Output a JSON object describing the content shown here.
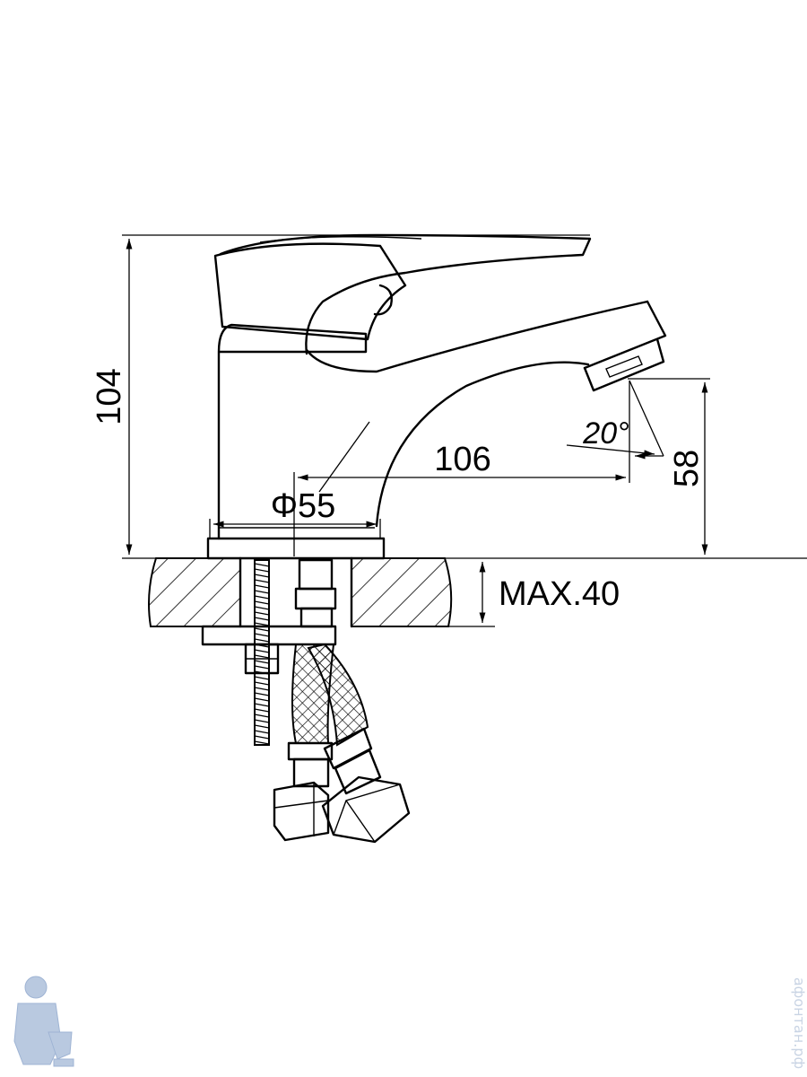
{
  "dimensions": {
    "height_total": "104",
    "spout_reach": "106",
    "base_diameter": "Φ55",
    "outlet_height": "58",
    "spray_angle": "20°",
    "max_mount_thickness": "MAX.40"
  },
  "watermark": {
    "vertical_text": "афонтан.рф"
  },
  "colors": {
    "line": "#000000",
    "background": "#ffffff",
    "watermark": "#b9c9e0"
  }
}
